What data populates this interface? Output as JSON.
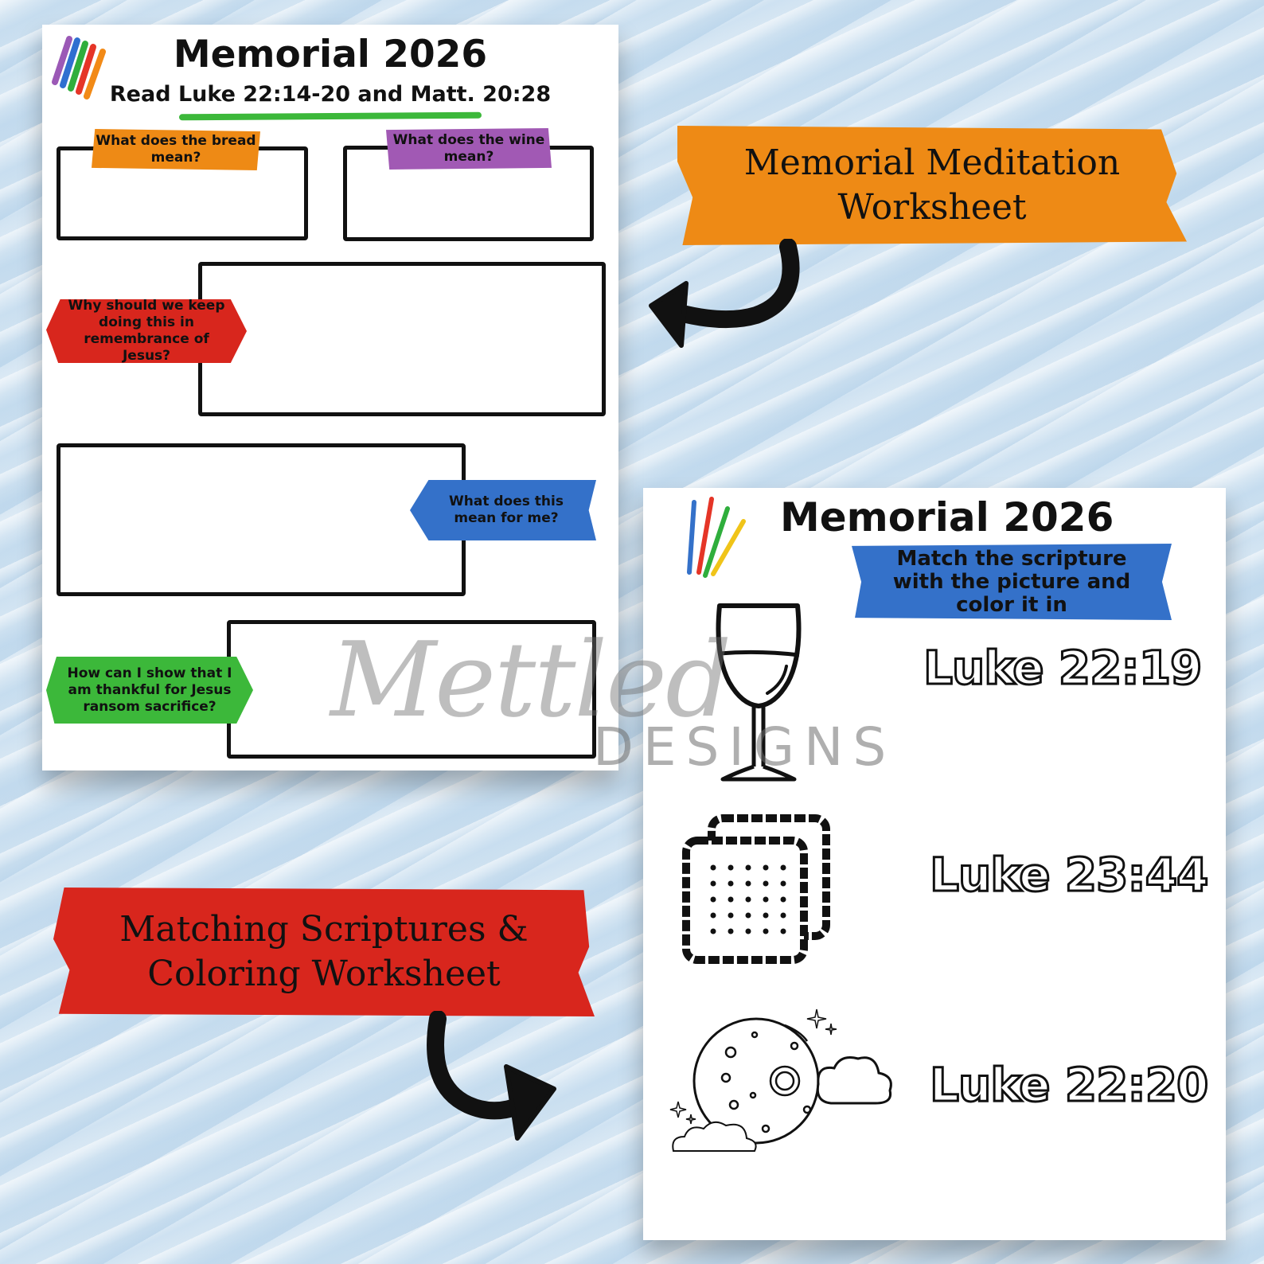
{
  "worksheet1": {
    "title": "Memorial 2026",
    "subtitle": "Read Luke 22:14-20 and Matt. 20:28",
    "prompts": {
      "bread": "What does the bread mean?",
      "wine": "What does the wine mean?",
      "remembrance": "Why should we keep doing this in remembrance of Jesus?",
      "mean_for_me": "What does this mean for me?",
      "thankful": "How can I show that I am thankful for Jesus ransom sacrifice?"
    }
  },
  "worksheet2": {
    "title": "Memorial 2026",
    "instruction": "Match the scripture with the picture and color it in",
    "scriptures": [
      "Luke 22:19",
      "Luke 23:44",
      "Luke 22:20"
    ]
  },
  "banners": {
    "meditation": "Memorial Meditation Worksheet",
    "matching": "Matching Scriptures & Coloring Worksheet"
  },
  "watermark": {
    "script": "Mettled",
    "designs": "DESIGNS"
  },
  "colors": {
    "orange": "#ee8a15",
    "purple": "#a159b4",
    "red": "#d8261d",
    "blue": "#3471c9",
    "green": "#3cb83a"
  }
}
